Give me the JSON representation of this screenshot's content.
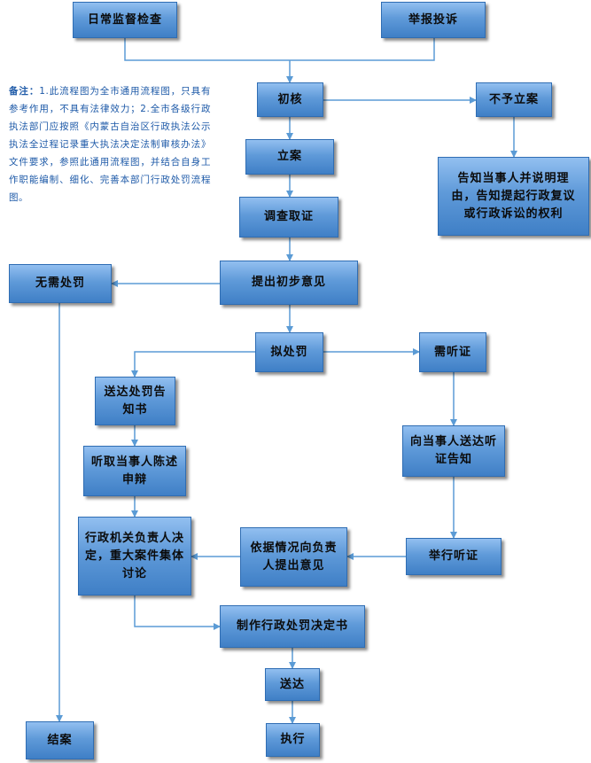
{
  "note": {
    "label": "备注：",
    "text": "1.此流程图为全市通用流程图，只具有参考作用，不具有法律效力；2.全市各级行政执法部门应按照《内蒙古自治区行政执法公示执法全过程记录重大执法决定法制审核办法》文件要求，参照此通用流程图，并结合自身工作职能编制、细化、完善本部门行政处罚流程图。"
  },
  "nodes": {
    "daily_inspection": "日常监督检查",
    "report_complaint": "举报投诉",
    "preliminary_check": "初核",
    "not_filed": "不予立案",
    "inform_rights": "告知当事人并说明理由，告知提起行政复议或行政诉讼的权利",
    "file_case": "立案",
    "investigate": "调查取证",
    "initial_opinion": "提出初步意见",
    "no_penalty": "无需处罚",
    "intend_penalty": "拟处罚",
    "hearing_required": "需听证",
    "deliver_notice": "送达处罚告知书",
    "hearing_notice": "向当事人送达听证告知",
    "hear_statement": "听取当事人陈述申辩",
    "hold_hearing": "举行听证",
    "opinion_to_head": "依据情况向负责人提出意见",
    "decision": "行政机关负责人决定，重大案件集体讨论",
    "make_decision": "制作行政处罚决定书",
    "deliver": "送达",
    "close_case": "结案",
    "execute": "执行"
  },
  "colors": {
    "node_fill": "#5f9ad9",
    "node_border": "#2f6db3",
    "connector": "#5b9bd5",
    "note_text": "#1e5aa8"
  }
}
